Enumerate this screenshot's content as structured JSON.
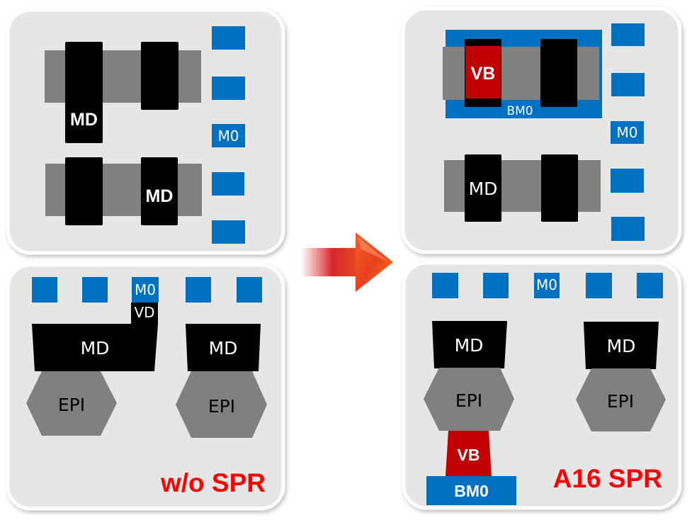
{
  "colors": {
    "panel_fill": "#e6e6e6",
    "panel_border": "#ffffff",
    "gray": "#808080",
    "black": "#000000",
    "blue": "#0070c0",
    "red_via": "#c00000",
    "title_red": "#ff0000",
    "label_white": "#ffffff",
    "label_black": "#000000"
  },
  "panels": {
    "top_left": {
      "md_label_1": "MD",
      "md_label_2": "MD",
      "m0_label": "M0"
    },
    "bottom_left": {
      "m0_label": "M0",
      "vd_label": "VD",
      "md_left": "MD",
      "md_right": "MD",
      "epi_left": "EPI",
      "epi_right": "EPI",
      "title": "w/o SPR"
    },
    "top_right": {
      "vb_label": "VB",
      "bm0_label": "BM0",
      "m0_label": "M0",
      "md_label": "MD"
    },
    "bottom_right": {
      "m0_label": "M0",
      "md_left": "MD",
      "md_right": "MD",
      "epi_left": "EPI",
      "epi_right": "EPI",
      "vb_label": "VB",
      "bm0_label": "BM0",
      "title": "A16 SPR"
    }
  },
  "arrow": {
    "direction": "right",
    "meaning": "transition"
  }
}
